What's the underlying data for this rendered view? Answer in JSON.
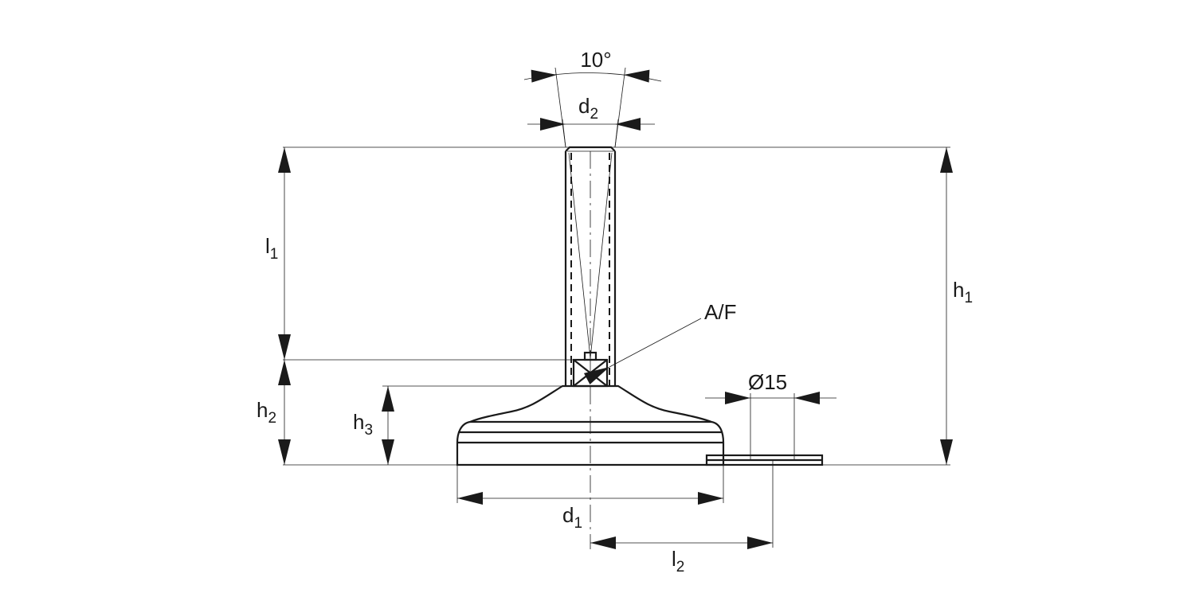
{
  "labels": {
    "angle": "10°",
    "d2": {
      "base": "d",
      "sub": "2"
    },
    "l1": {
      "base": "l",
      "sub": "1"
    },
    "h1": {
      "base": "h",
      "sub": "1"
    },
    "af": "A/F",
    "dia": "Ø15",
    "h2": {
      "base": "h",
      "sub": "2"
    },
    "h3": {
      "base": "h",
      "sub": "3"
    },
    "d1": {
      "base": "d",
      "sub": "1"
    },
    "l2": {
      "base": "l",
      "sub": "2"
    }
  },
  "colors": {
    "ink": "#1a1a1a",
    "background": "#ffffff"
  }
}
